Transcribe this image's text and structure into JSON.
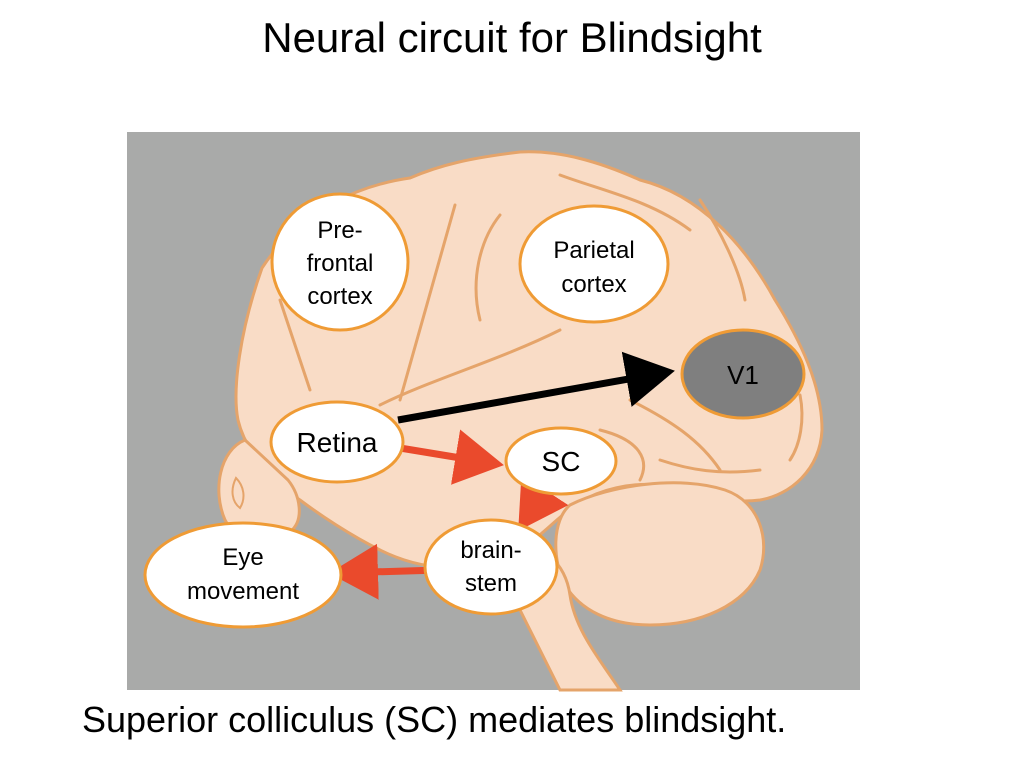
{
  "title": "Neural circuit for Blindsight",
  "caption": "Superior colliculus (SC) mediates blindsight.",
  "colors": {
    "panel": "#a9aaa9",
    "brain_fill": "#f9dcc6",
    "brain_stroke": "#e5a46a",
    "node_fill": "#ffffff",
    "node_stroke": "#ef9b35",
    "v1_fill": "#7f7f7f",
    "v1_stroke": "#ef9b35",
    "arrow_main": "#000000",
    "arrow_pathway": "#ea4a2c"
  },
  "nodes": {
    "prefrontal": {
      "lines": [
        "Pre-",
        "frontal",
        "cortex"
      ]
    },
    "parietal": {
      "lines": [
        "Parietal",
        "cortex"
      ]
    },
    "v1": {
      "lines": [
        "V1"
      ]
    },
    "retina": {
      "lines": [
        "Retina"
      ]
    },
    "sc": {
      "lines": [
        "SC"
      ]
    },
    "brainstem": {
      "lines": [
        "brain-",
        "stem"
      ]
    },
    "eye": {
      "lines": [
        "Eye",
        "movement"
      ]
    }
  },
  "connections": [
    {
      "from": "retina",
      "to": "v1",
      "color": "arrow_main"
    },
    {
      "from": "retina",
      "to": "sc",
      "color": "arrow_pathway"
    },
    {
      "from": "sc",
      "to": "brainstem",
      "color": "arrow_pathway"
    },
    {
      "from": "brainstem",
      "to": "eye",
      "color": "arrow_pathway"
    }
  ]
}
